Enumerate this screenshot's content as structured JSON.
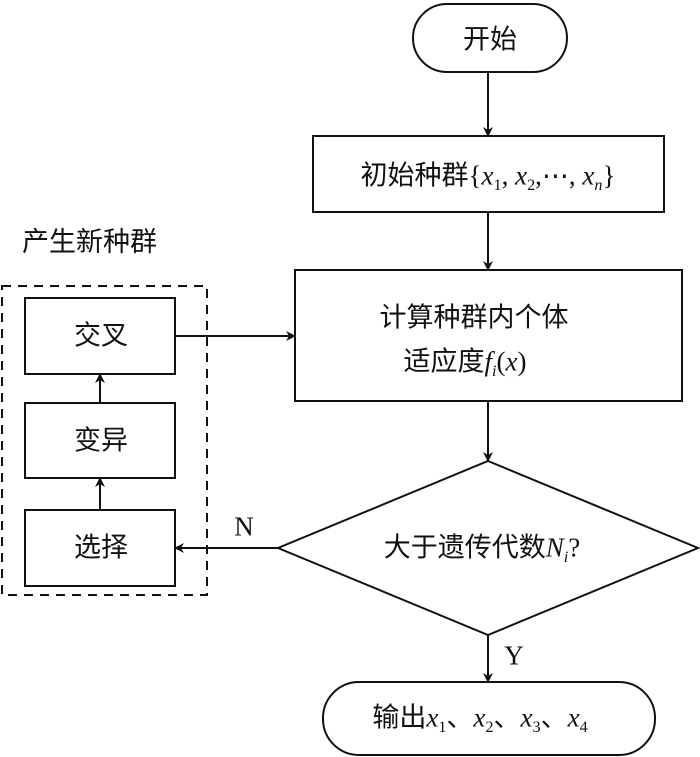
{
  "diagram": {
    "title": "Genetic algorithm flowchart",
    "nodes": {
      "start": {
        "type": "terminal",
        "label": "开始"
      },
      "init": {
        "type": "process",
        "label_text": "初始种群",
        "label_math": [
          "{",
          "x",
          "1",
          ", ",
          "x",
          "2",
          ",⋯, ",
          "x",
          "n",
          "}"
        ]
      },
      "fitness": {
        "type": "process",
        "line1": "计算种群内个体",
        "line2_text": "适应度",
        "line2_math": [
          "f",
          "i",
          "(",
          "x",
          ")"
        ]
      },
      "decision": {
        "type": "decision",
        "label_text": "大于遗传代数",
        "label_math": [
          "N",
          "i",
          "?"
        ]
      },
      "output": {
        "type": "terminal",
        "label_text": "输出",
        "vars": [
          {
            "v": "x",
            "s": "1"
          },
          {
            "v": "x",
            "s": "2"
          },
          {
            "v": "x",
            "s": "3"
          },
          {
            "v": "x",
            "s": "4"
          }
        ],
        "sep": "、"
      },
      "group": {
        "type": "group",
        "label": "产生新种群"
      },
      "crossover": {
        "type": "process",
        "label": "交叉"
      },
      "mutation": {
        "type": "process",
        "label": "变异"
      },
      "selection": {
        "type": "process",
        "label": "选择"
      }
    },
    "edges": [
      {
        "from": "start",
        "to": "init",
        "label": ""
      },
      {
        "from": "init",
        "to": "fitness",
        "label": ""
      },
      {
        "from": "fitness",
        "to": "decision",
        "label": ""
      },
      {
        "from": "decision",
        "to": "output",
        "label": "Y"
      },
      {
        "from": "decision",
        "to": "selection",
        "label": "N"
      },
      {
        "from": "selection",
        "to": "mutation",
        "label": ""
      },
      {
        "from": "mutation",
        "to": "crossover",
        "label": ""
      },
      {
        "from": "crossover",
        "to": "fitness",
        "label": ""
      }
    ],
    "edge_labels": {
      "yes": "Y",
      "no": "N"
    },
    "colors": {
      "stroke": "#111111",
      "background": "#ffffff"
    }
  }
}
